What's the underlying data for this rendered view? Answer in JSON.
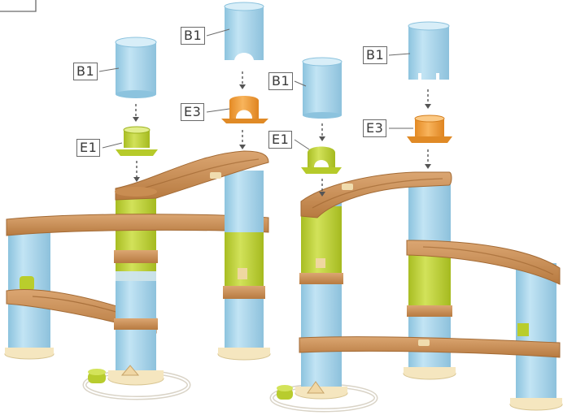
{
  "labels": {
    "b1_a": "B1",
    "e1_a": "E1",
    "b1_b": "B1",
    "e3_b": "E3",
    "b1_c": "B1",
    "e1_c": "E1",
    "b1_d": "B1",
    "e3_d": "E3"
  },
  "colors": {
    "pillar_blue": "#abd8ee",
    "pillar_blue_dark": "#7fb9d6",
    "lime": "#c3d63a",
    "lime_dark": "#9db21e",
    "orange": "#f0a040",
    "orange_dark": "#d57f1e",
    "wood": "#c98d52",
    "wood_dark": "#a86c36",
    "wood_light": "#e0ad78",
    "cream": "#f7e9c4",
    "ring": "#e8e3d8"
  },
  "icons": [
    "dashed-down-arrow"
  ]
}
